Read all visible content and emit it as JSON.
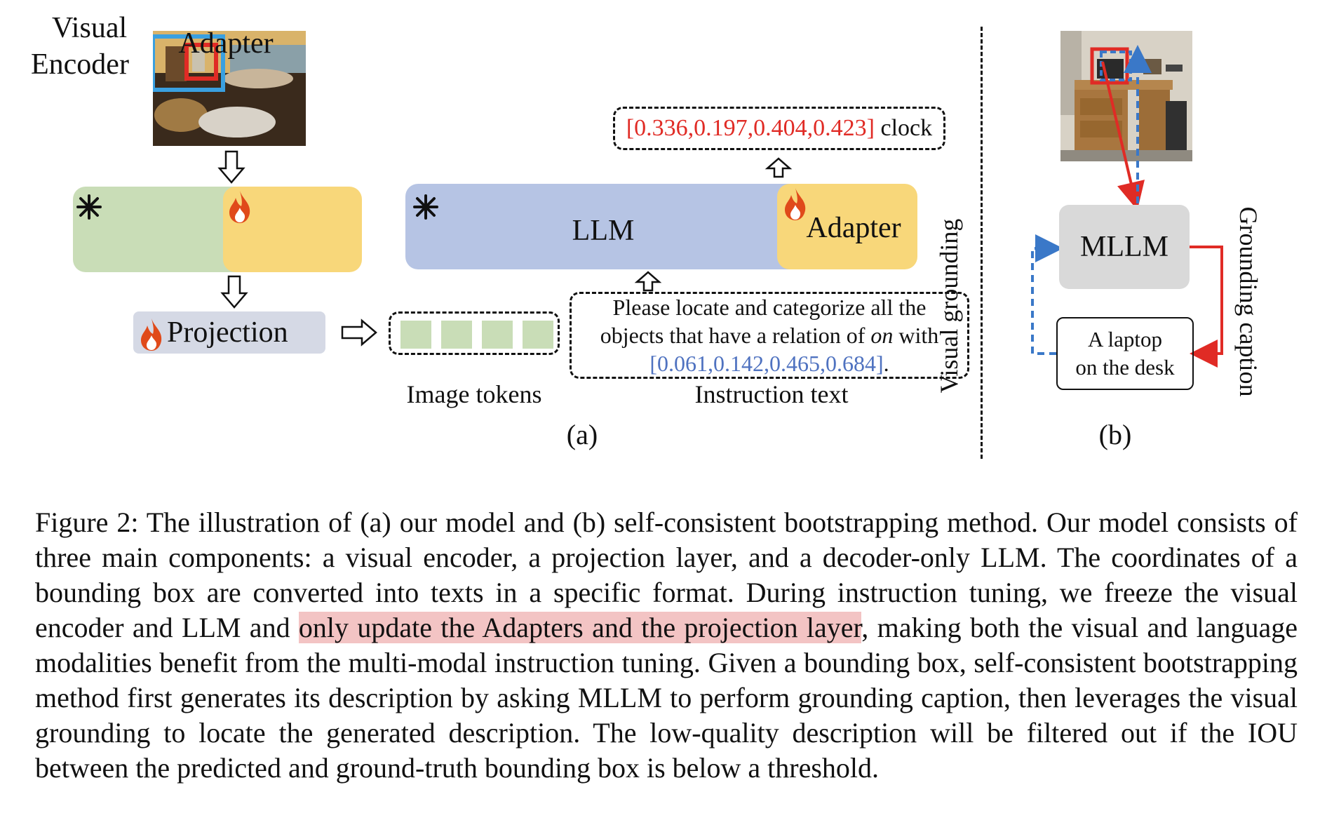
{
  "diagram_a": {
    "encoder": {
      "line1": "Visual",
      "line2": "Encoder",
      "adapter": "Adapter"
    },
    "projection": "Projection",
    "llm": {
      "label": "LLM",
      "adapter": "Adapter"
    },
    "output": {
      "coords": "[0.336,0.197,0.404,0.423]",
      "word": " clock"
    },
    "image_tokens_label": "Image tokens",
    "instruction": {
      "line1": "Please locate and categorize all the",
      "line2_pre": "objects that have a relation of ",
      "line2_em": "on",
      "line2_post": " with",
      "coords": "[0.061,0.142,0.465,0.684]",
      "end": "."
    },
    "instruction_label": "Instruction text",
    "panel_label": "(a)"
  },
  "diagram_b": {
    "mllm": "MLLM",
    "caption_line1": "A laptop",
    "caption_line2": "on the desk",
    "left_label": "Visual grounding",
    "right_label": "Grounding caption",
    "panel_label": "(b)"
  },
  "colors": {
    "frozen_green": "#c9ddb7",
    "adapter_yellow": "#f8d77a",
    "llm_blue": "#b6c4e4",
    "projection_gray": "#d5d9e5",
    "red_arrow": "#e02b25",
    "blue_arrow": "#3a78c8",
    "highlight": "#f3c4c4"
  },
  "caption": {
    "part1": "Figure 2: The illustration of (a) our model and (b) self-consistent bootstrapping method. Our model consists of three main components: a visual encoder, a projection layer, and a decoder-only LLM. The coordinates of a bounding box are converted into texts in a specific format. During instruction tuning, we freeze the visual encoder and LLM and ",
    "highlight": "only update the Adapters and the projection layer",
    "part2": ", making both the visual and language modalities benefit from the multi-modal instruction tuning. Given a bounding box, self-consistent bootstrapping method first generates its description by asking MLLM to perform grounding caption, then leverages the visual grounding to locate the generated description. The low-quality description will be filtered out if the IOU between the predicted and ground-truth bounding box is below a threshold."
  }
}
